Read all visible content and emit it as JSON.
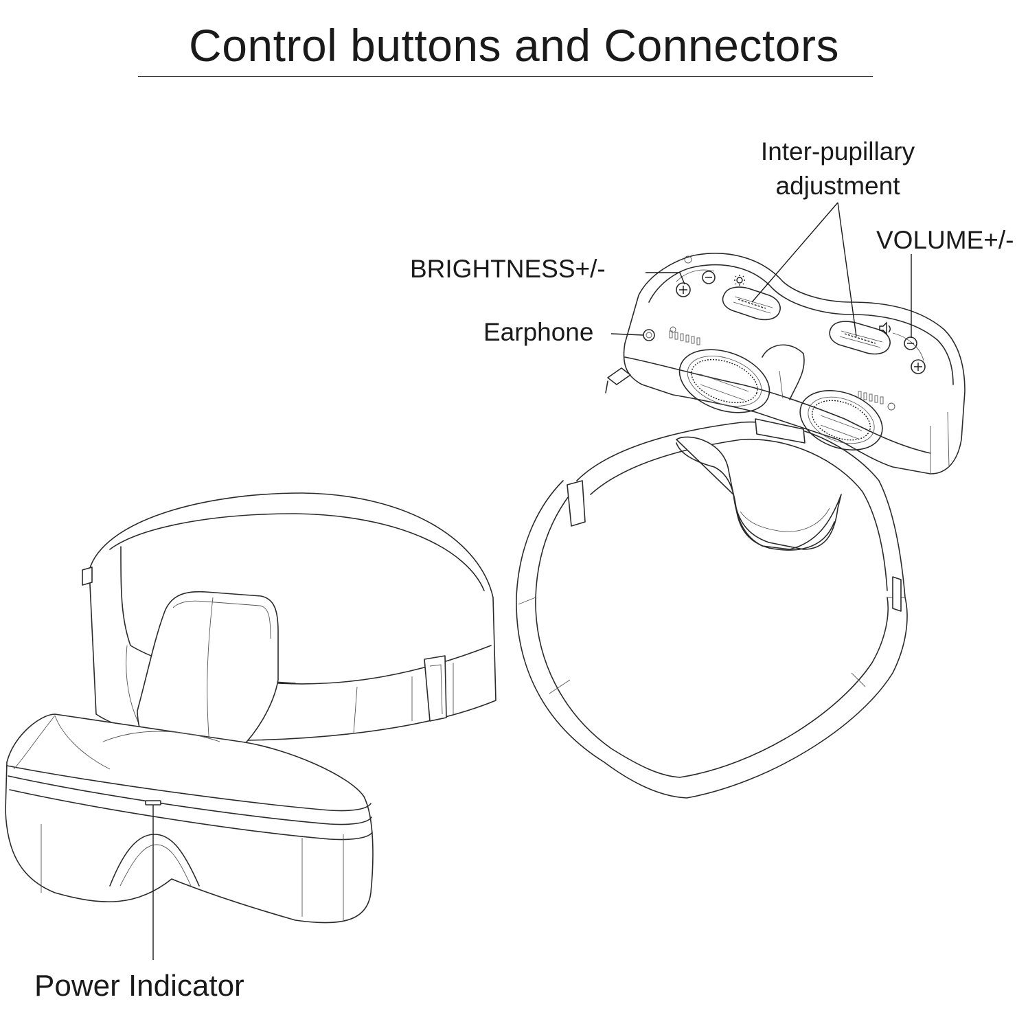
{
  "title": "Control buttons and Connectors",
  "callouts": {
    "ipd_line1": "Inter-pupillary",
    "ipd_line2": "adjustment",
    "volume": "VOLUME+/-",
    "brightness": "BRIGHTNESS+/-",
    "earphone": "Earphone",
    "power": "Power Indicator"
  },
  "icons": {
    "brightness": "sun-icon",
    "volume": "speaker-icon"
  }
}
